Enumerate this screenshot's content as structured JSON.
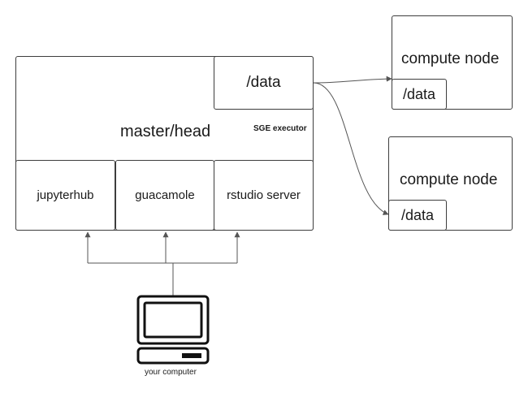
{
  "master": {
    "title": "master/head",
    "data_label": "/data",
    "executor_label": "SGE executor",
    "services": [
      {
        "label": "jupyterhub"
      },
      {
        "label": "guacamole"
      },
      {
        "label": "rstudio server"
      }
    ]
  },
  "compute_nodes": [
    {
      "title": "compute node",
      "data_label": "/data"
    },
    {
      "title": "compute node",
      "data_label": "/data"
    }
  ],
  "client": {
    "label": "your computer",
    "icon": "computer-icon"
  },
  "colors": {
    "stroke": "#3d3d3d",
    "arrow": "#555555",
    "text": "#1a1a1a"
  }
}
